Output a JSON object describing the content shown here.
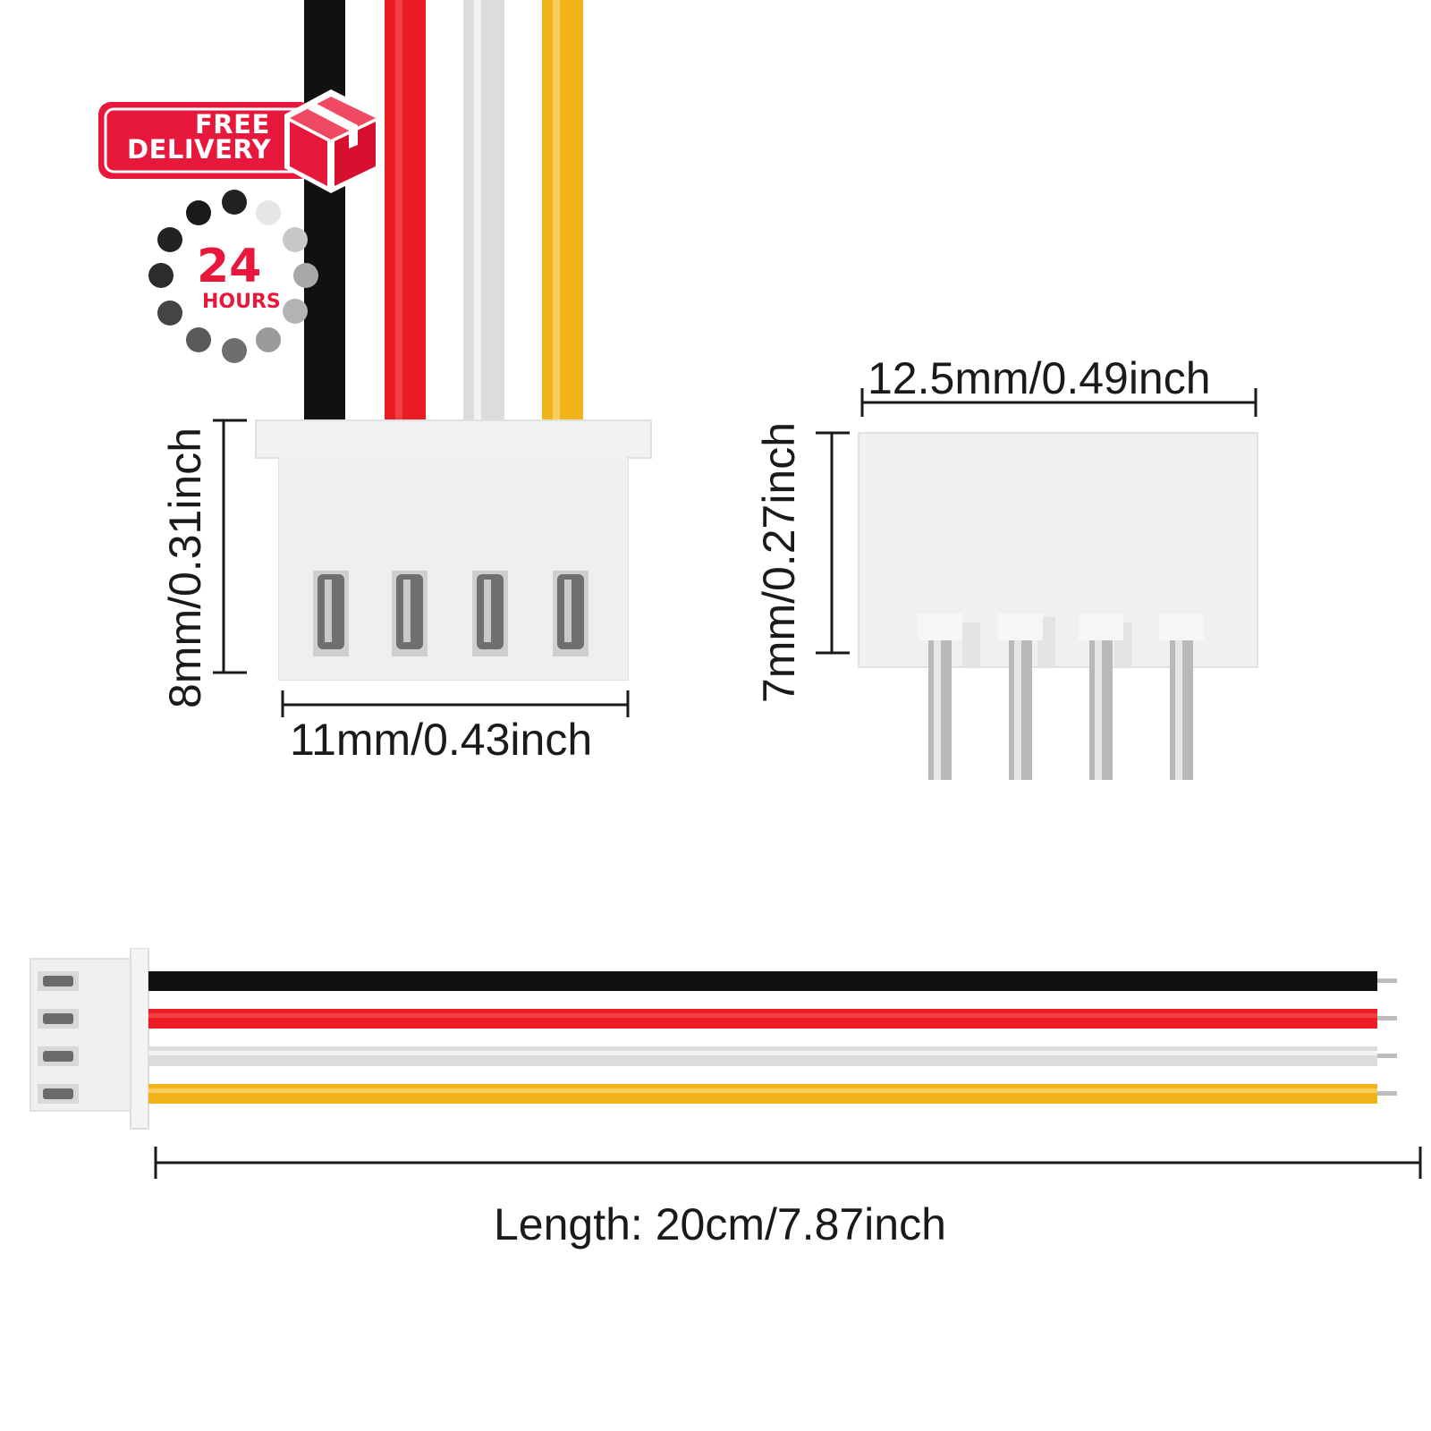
{
  "badges": {
    "free_delivery_line1": "FREE",
    "free_delivery_line2": "DELIVERY",
    "hours_number": "24",
    "hours_label": "HOURS"
  },
  "dimensions": {
    "housing_height": "8mm/0.31inch",
    "housing_width": "11mm/0.43inch",
    "header_width": "12.5mm/0.49inch",
    "header_height": "7mm/0.27inch",
    "cable_length": "Length: 20cm/7.87inch"
  },
  "wire_colors": [
    "#111111",
    "#ec1c24",
    "#d9d9d9",
    "#f0b41a"
  ],
  "brand_color": "#e8173c"
}
